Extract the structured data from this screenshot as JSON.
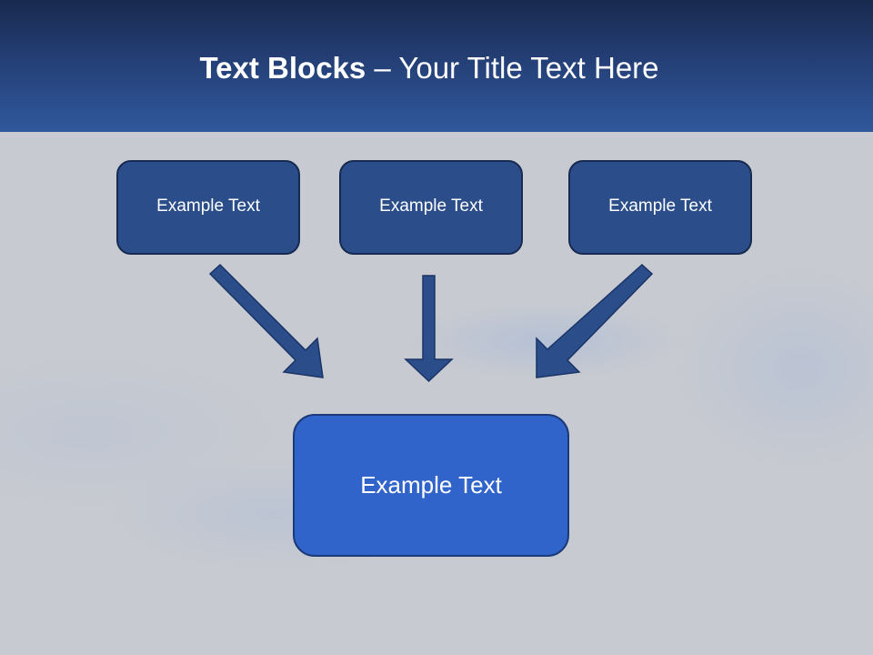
{
  "slide": {
    "title": {
      "bold": "Text Blocks",
      "separator": " – ",
      "regular": "Your Title Text Here"
    },
    "top_blocks": [
      {
        "label": "Example Text"
      },
      {
        "label": "Example Text"
      },
      {
        "label": "Example Text"
      }
    ],
    "bottom_block": {
      "label": "Example Text"
    },
    "arrows": [
      {
        "direction": "down-right",
        "from": "top-block-1",
        "to": "bottom-block"
      },
      {
        "direction": "down",
        "from": "top-block-2",
        "to": "bottom-block"
      },
      {
        "direction": "down-left",
        "from": "top-block-3",
        "to": "bottom-block"
      }
    ],
    "colors": {
      "header_top": "#192a4e",
      "header_bottom": "#30589c",
      "background": "#c7cad0",
      "top_block_fill": "#2b4e8b",
      "bottom_block_fill": "#3064cb",
      "arrow_fill": "#2b4e8b",
      "outline": "#172a50"
    }
  }
}
